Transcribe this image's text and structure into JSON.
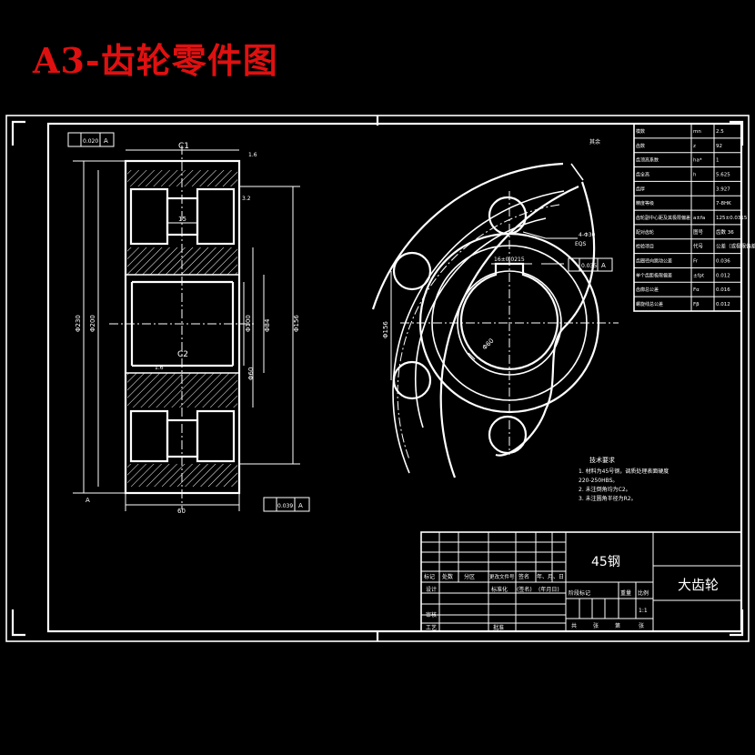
{
  "title": "A3-齿轮零件图",
  "param_table": [
    {
      "name": "模数",
      "sym": "mn",
      "val": "2.5"
    },
    {
      "name": "齿数",
      "sym": "z",
      "val": "92"
    },
    {
      "name": "齿顶高系数",
      "sym": "ha*",
      "val": "1"
    },
    {
      "name": "齿全高",
      "sym": "h",
      "val": "5.625"
    },
    {
      "name": "齿厚",
      "sym": "",
      "val": "3.927"
    },
    {
      "name": "精度等级",
      "sym": "",
      "val": "7-8HK"
    },
    {
      "name": "齿轮副中心距及其极限偏差",
      "sym": "a±fa",
      "val": "125±0.0315"
    },
    {
      "name": "配对齿轮",
      "sym": "图号",
      "val": "齿数 36"
    },
    {
      "name": "检验项目",
      "sym": "代号",
      "val": "公差（或极限偏差）值"
    },
    {
      "name": "齿圈径向跳动公差",
      "sym": "Fr",
      "val": "0.036"
    },
    {
      "name": "单个齿距极限偏差",
      "sym": "±fpt",
      "val": "0.012"
    },
    {
      "name": "齿廓总公差",
      "sym": "Fα",
      "val": "0.016"
    },
    {
      "name": "螺旋线总公差",
      "sym": "Fβ",
      "val": "0.012"
    }
  ],
  "tech_req": {
    "heading": "技术要求",
    "items": [
      "1. 材料为45号钢，调质处理表面硬度",
      "   220-250HBS。",
      "2. 未注倒角均为C2。",
      "3. 未注圆角半径为R2。"
    ]
  },
  "title_block": {
    "material": "45钢",
    "part_name": "大齿轮",
    "row_labels": [
      "标记",
      "处数",
      "分区",
      "更改文件号",
      "签名",
      "年、月、日"
    ],
    "design": "设计",
    "standardize": "标准化",
    "sign": "(签名)",
    "date": "(年月日)",
    "stage_labels": [
      "阶段标记",
      "重量",
      "比例"
    ],
    "scale": "1:1",
    "sheet": [
      "共",
      "张",
      "第",
      "张"
    ],
    "review": "审核",
    "process": "工艺",
    "approve": "批准"
  },
  "section_view": {
    "c1": "C1",
    "c2": "C2",
    "dims_vertical": [
      "Φ230",
      "Φ200",
      "Φ100",
      "Φ84",
      "Φ60",
      "Φ156"
    ],
    "width": "60",
    "hub": "15",
    "tol_top": "0.020",
    "tol_top_ref": "A",
    "tol_bottom": "0.039",
    "tol_bottom_ref": "A",
    "rough": [
      "1.6",
      "3.2",
      "1.6"
    ],
    "datum": "A"
  },
  "front_view": {
    "hole_note": "4-Φ30",
    "hole_eq": "EQS",
    "keyway": "16±0.0215",
    "bore": "Φ60",
    "pcd": "Φ156",
    "rough_note": "其余",
    "tol": "0.035",
    "tol_ref": "A"
  }
}
